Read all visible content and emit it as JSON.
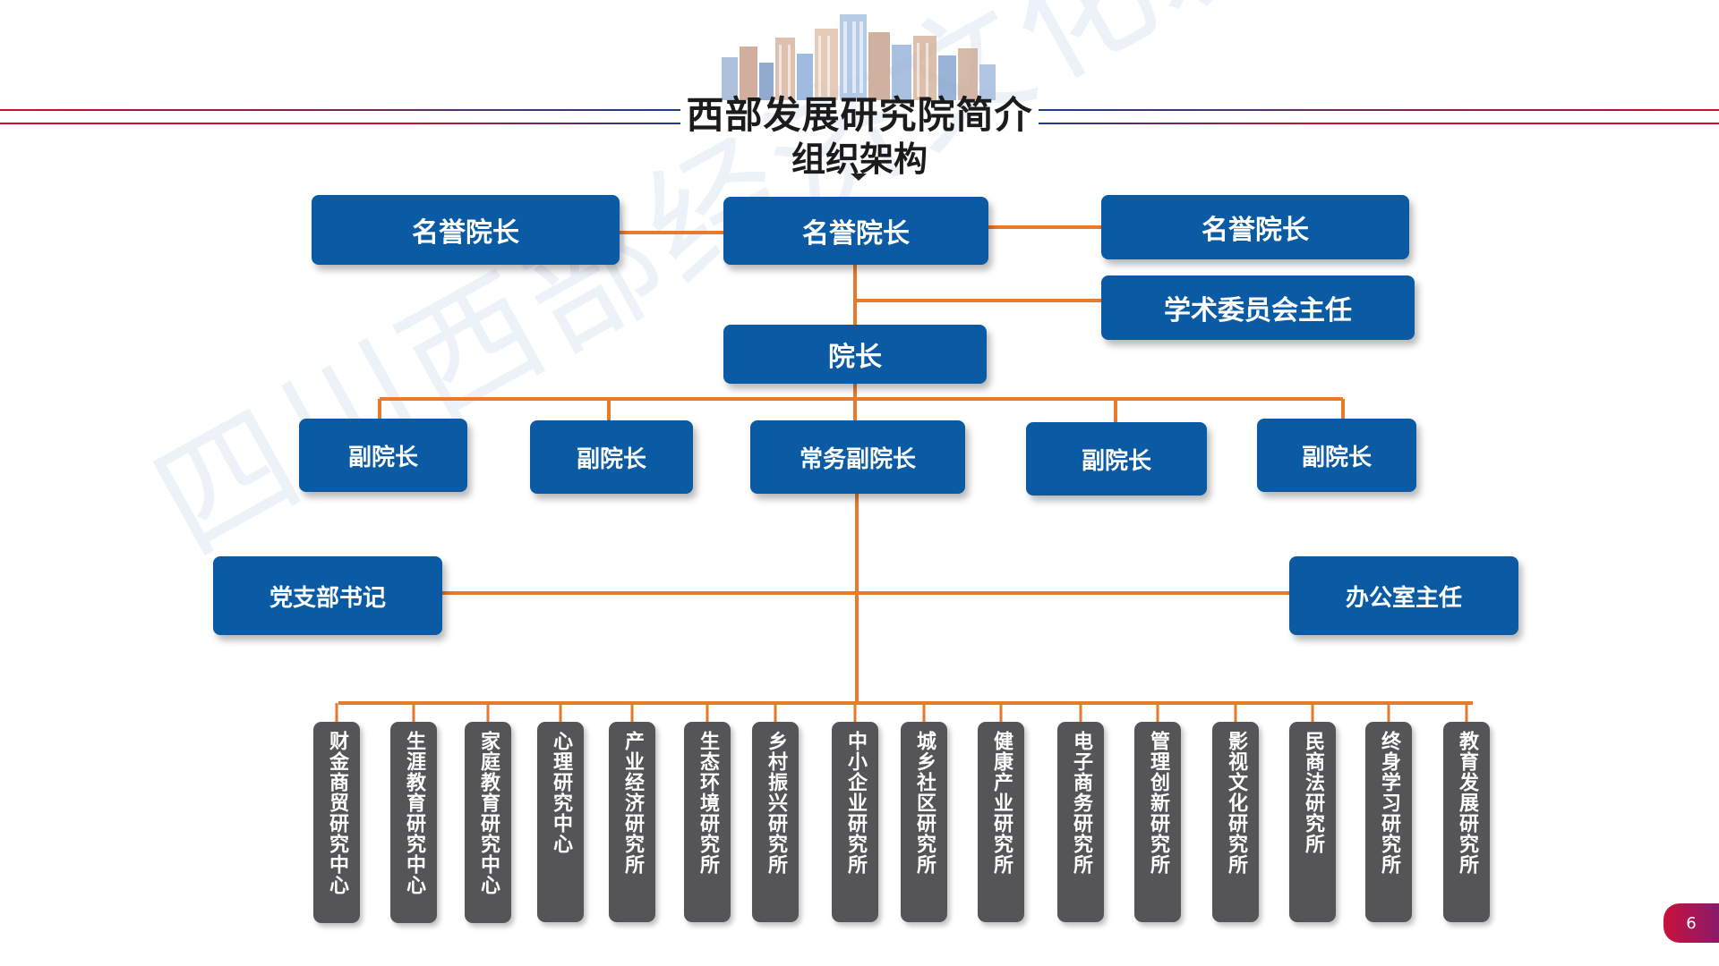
{
  "header": {
    "title": "西部发展研究院简介",
    "subtitle": "组织架构"
  },
  "watermark": "四川西部经济文化发展研究院",
  "org": {
    "honorary_left": "名誉院长",
    "honorary_center": "名誉院长",
    "honorary_right": "名誉院长",
    "academic_committee": "学术委员会主任",
    "president": "院长",
    "vice_presidents": [
      "副院长",
      "副院长",
      "常务副院长",
      "副院长",
      "副院长"
    ],
    "party_secretary": "党支部书记",
    "office_director": "办公室主任",
    "departments": [
      "财金商贸研究中心",
      "生涯教育研究中心",
      "家庭教育研究中心",
      "心理研究中心",
      "产业经济研究所",
      "生态环境研究所",
      "乡村振兴研究所",
      "中小企业研究所",
      "城乡社区研究所",
      "健康产业研究所",
      "电子商务研究所",
      "管理创新研究所",
      "影视文化研究所",
      "民商法研究所",
      "终身学习研究所",
      "教育发展研究所"
    ]
  },
  "page_number": "6",
  "colors": {
    "box_blue": "#0a5aa4",
    "dept_gray": "#555558",
    "connector_orange": "#e87a2e",
    "line_red": "#c8102e",
    "line_navy": "#1f3c88",
    "page_badge_start": "#c8123c",
    "page_badge_end": "#8a1a6a"
  }
}
